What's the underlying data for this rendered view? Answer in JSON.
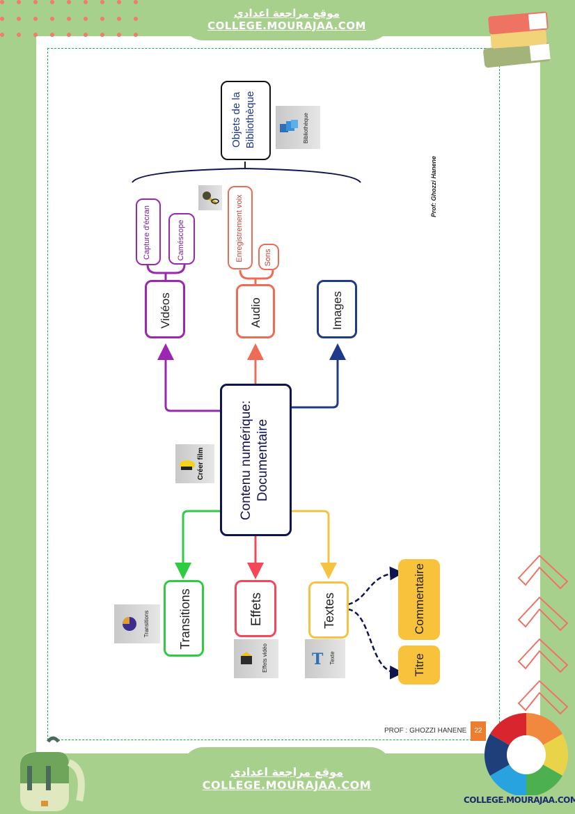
{
  "header": {
    "arabic_title": "موقع مراجعة اعدادي",
    "site_url": "COLLEGE.MOURAJAA.COM"
  },
  "footer": {
    "arabic_title": "موقع مراجعة اعدادي",
    "site_url": "COLLEGE.MOURAJAA.COM",
    "author": "PROF : GHOZZI HANENE",
    "page_number": "22",
    "logo_text": "COLLEGE.MOURAJAA.COM"
  },
  "diagram": {
    "credit": "Prof: Ghozzi Hanene",
    "root": {
      "line1": "Contenu numérique:",
      "line2": "Documentaire",
      "tool_label": "Créer film"
    },
    "library": {
      "line1": "Objets de la",
      "line2": "Bibliothèque",
      "tool_label": "Bibliothèque"
    },
    "upper_branches": [
      {
        "label": "Vidéos",
        "color": "#9b27b0",
        "children": [
          "Capture d'écran",
          "Caméscope"
        ]
      },
      {
        "label": "Audio",
        "color": "#ee6c55",
        "children": [
          "Enregistrement voix",
          "Sons"
        ]
      },
      {
        "label": "Images",
        "color": "#1f3a8a",
        "children": []
      }
    ],
    "lower_branches": [
      {
        "label": "Transitions",
        "color": "#2ecc40",
        "tool_label": "Transitions"
      },
      {
        "label": "Effets",
        "color": "#f4485a",
        "tool_label": "Effets vidéo"
      },
      {
        "label": "Textes",
        "color": "#f5c342",
        "tool_label": "Texte",
        "children": [
          "Commentaire",
          "Titre"
        ]
      }
    ],
    "colors": {
      "root_border": "#0d1450",
      "text_fill": "#f9c23c",
      "dashed_connector": "#0d1450"
    }
  }
}
